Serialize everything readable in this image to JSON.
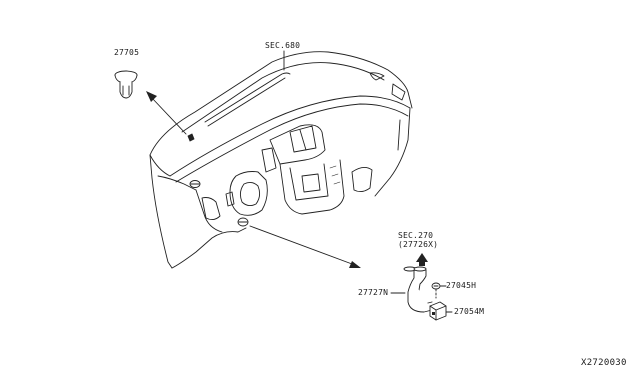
{
  "labels": {
    "clip_part": "27705",
    "panel_section": "SEC.680",
    "duct_section": "SEC.270",
    "duct_section_ref": "(27726X)",
    "duct_hose": "27727N",
    "screw_part": "27045H",
    "sensor_part": "27054M"
  },
  "diagram_code": "X2720030",
  "colors": {
    "line": "#222222",
    "background": "#ffffff"
  }
}
